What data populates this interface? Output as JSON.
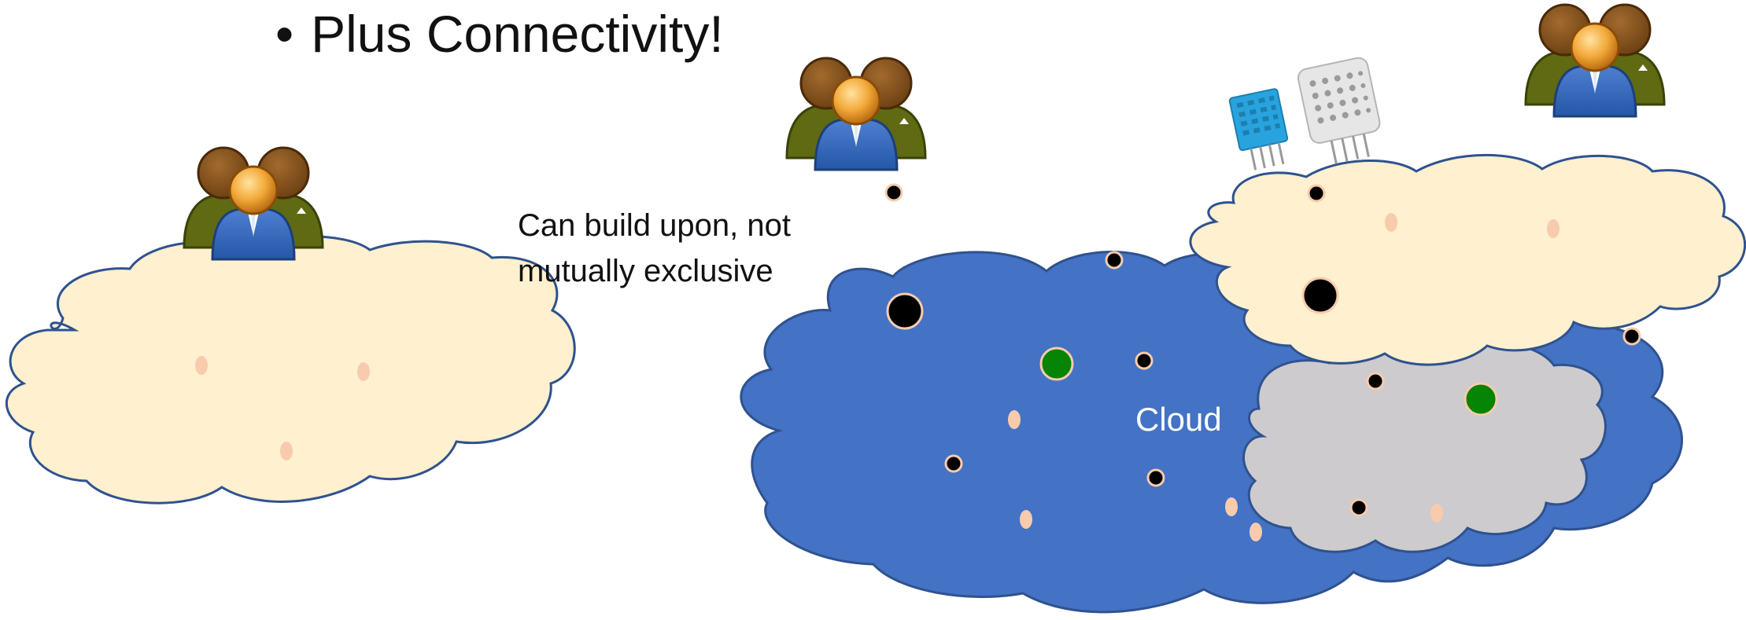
{
  "slide": {
    "bullet": "Plus Connectivity!",
    "note_line1": "Can build upon, not",
    "note_line2": "mutually exclusive"
  },
  "cloud_label": "Cloud",
  "colors": {
    "local_cloud_fill": "#fff0cf",
    "main_cloud_fill": "#4472c4",
    "grey_cloud_fill": "#cdcbcd",
    "outline": "#2f528f",
    "device_black": "#000000",
    "device_green": "#058405",
    "sensor_pink": "#f8cbad",
    "sensor_blue": "#29a3dd",
    "sensor_white": "#e6e6e6"
  },
  "icons": [
    "users-group-icon",
    "temperature-humidity-sensor-icon"
  ]
}
